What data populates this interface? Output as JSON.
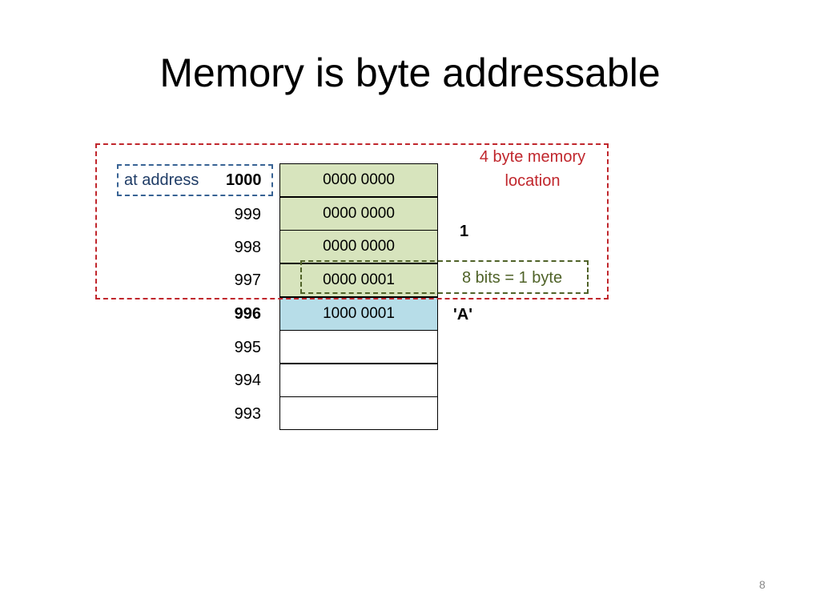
{
  "slide": {
    "title": "Memory is byte addressable",
    "page_number": "8"
  },
  "memory": {
    "rows": [
      {
        "address": "",
        "value": "0000 0000",
        "fill": "#d7e4bd"
      },
      {
        "address": "999",
        "value": "0000 0000",
        "fill": "#d7e4bd"
      },
      {
        "address": "998",
        "value": "0000 0000",
        "fill": "#d7e4bd"
      },
      {
        "address": "997",
        "value": "0000 0001",
        "fill": "#d7e4bd"
      },
      {
        "address": "996",
        "value": "1000 0001",
        "fill": "#b7dde8"
      },
      {
        "address": "995",
        "value": "",
        "fill": "#ffffff"
      },
      {
        "address": "994",
        "value": "",
        "fill": "#ffffff"
      },
      {
        "address": "993",
        "value": "",
        "fill": "#ffffff"
      }
    ]
  },
  "annotations": {
    "at_address_label": "at address",
    "at_address_value": "1000",
    "four_byte_label": "4 byte memory location",
    "eight_bits_label": "8 bits = 1 byte",
    "int_value": "1",
    "char_value": "'A'"
  },
  "colors": {
    "red_box": "#c0262c",
    "blue_box": "#386394",
    "green_box": "#4f6228",
    "green_fill": "#d7e4bd",
    "blue_fill": "#b7dde8"
  }
}
